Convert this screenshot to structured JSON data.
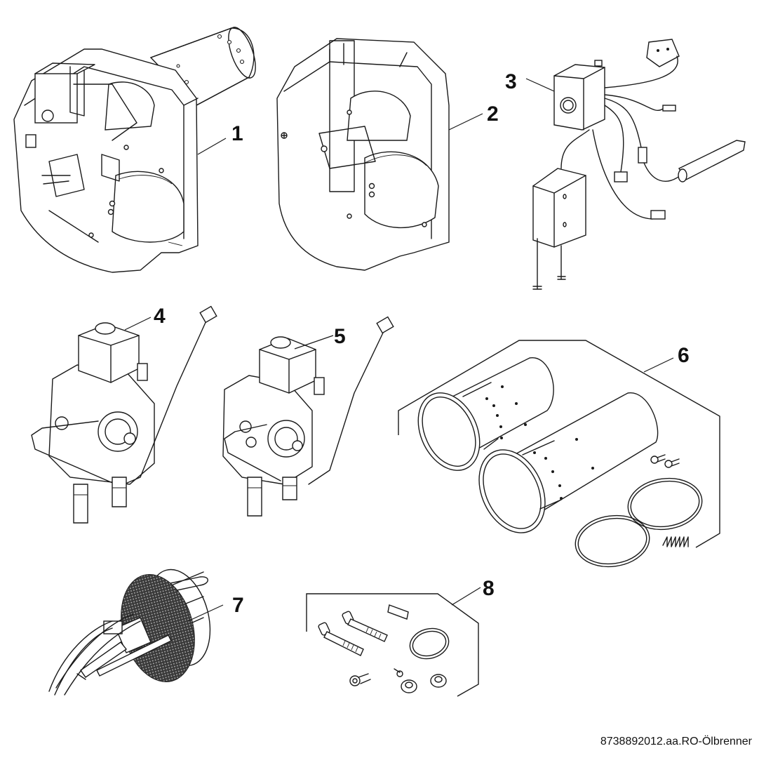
{
  "figure": {
    "caption": "8738892012.aa.RO-Ölbrenner",
    "parts": [
      {
        "number": "1",
        "name": "oil burner assembly with blast tube"
      },
      {
        "number": "2",
        "name": "burner housing"
      },
      {
        "number": "3",
        "name": "control unit with wiring harness"
      },
      {
        "number": "4",
        "name": "oil pump with solenoid valve"
      },
      {
        "number": "5",
        "name": "oil pump with solenoid valve"
      },
      {
        "number": "6",
        "name": "blast tube set"
      },
      {
        "number": "7",
        "name": "nozzle assembly with baffle disc"
      },
      {
        "number": "8",
        "name": "small parts set"
      }
    ]
  }
}
